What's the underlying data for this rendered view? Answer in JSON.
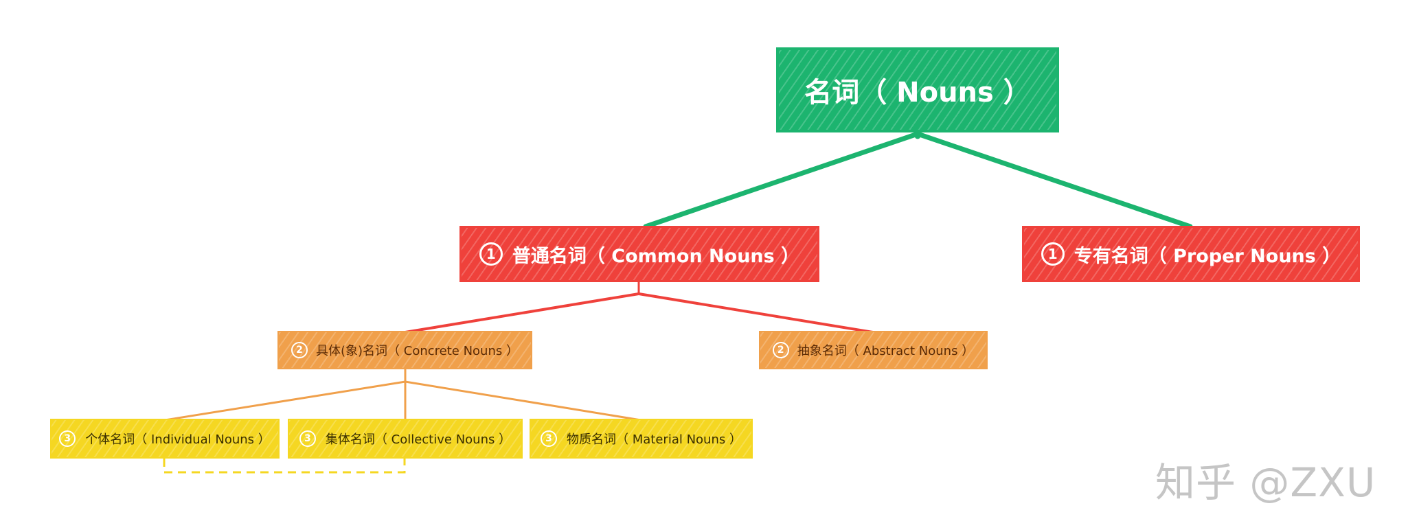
{
  "diagram": {
    "colors": {
      "root": "#1cb46f",
      "level1": "#ef413b",
      "level2": "#f0a04b",
      "level3": "#f5d722"
    },
    "root": {
      "label": "名词（ Nouns ）"
    },
    "common": {
      "num": "1",
      "label": "普通名词（ Common Nouns ）"
    },
    "proper": {
      "num": "1",
      "label": "专有名词（ Proper Nouns ）"
    },
    "concrete": {
      "num": "2",
      "label": "具体(象)名词（ Concrete Nouns ）"
    },
    "abstract": {
      "num": "2",
      "label": "抽象名词（ Abstract Nouns ）"
    },
    "individual": {
      "num": "3",
      "label": "个体名词（ Individual Nouns ）"
    },
    "collective": {
      "num": "3",
      "label": "集体名词（ Collective Nouns ）"
    },
    "material": {
      "num": "3",
      "label": "物质名词（ Material Nouns ）"
    }
  },
  "watermark": "知乎 @ZXU"
}
